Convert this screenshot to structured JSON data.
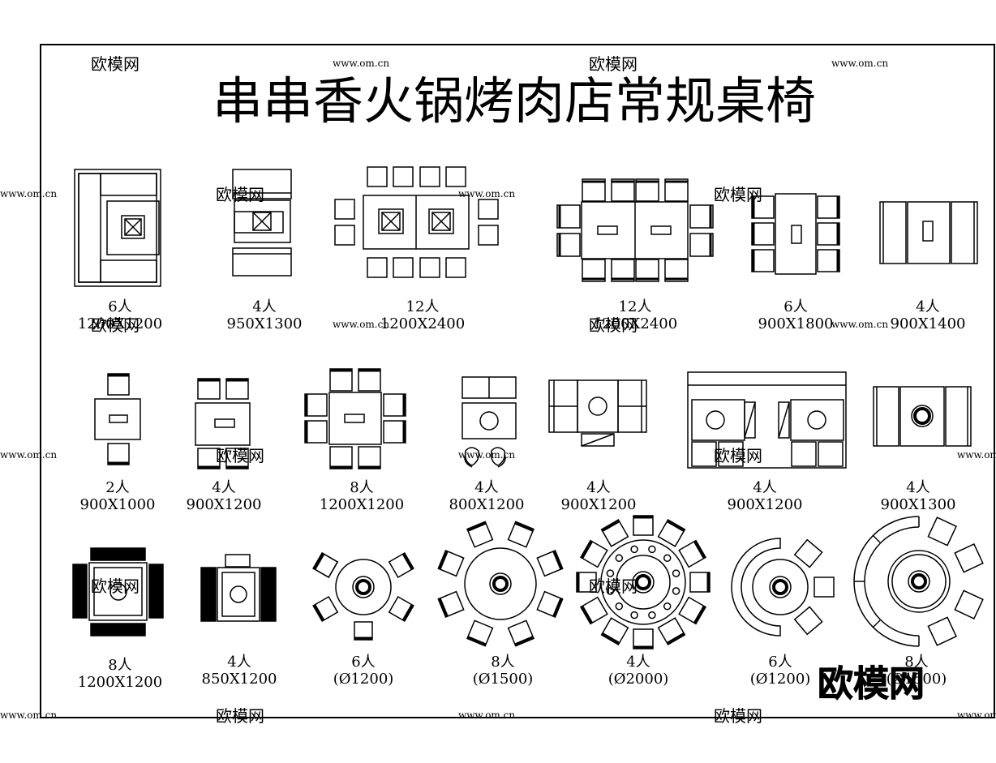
{
  "title": "串串香火锅烤肉店常规桌椅",
  "brand_logo": "欧模网",
  "watermark_texts": [
    "欧模网",
    "www.om.cn"
  ],
  "items": [
    {
      "people": "6人",
      "size": "1200X1200"
    },
    {
      "people": "4人",
      "size": "950X1300"
    },
    {
      "people": "12人",
      "size": "1200X2400"
    },
    {
      "people": "12人",
      "size": "1200X2400"
    },
    {
      "people": "6人",
      "size": "900X1800"
    },
    {
      "people": "4人",
      "size": "900X1400"
    },
    {
      "people": "2人",
      "size": "900X1000"
    },
    {
      "people": "4人",
      "size": "900X1200"
    },
    {
      "people": "8人",
      "size": "1200X1200"
    },
    {
      "people": "4人",
      "size": "800X1200"
    },
    {
      "people": "4人",
      "size": "900X1200"
    },
    {
      "people": "4人",
      "size": "900X1200"
    },
    {
      "people": "4人",
      "size": "900X1300"
    },
    {
      "people": "8人",
      "size": "1200X1200"
    },
    {
      "people": "4人",
      "size": "850X1200"
    },
    {
      "people": "6人",
      "size": "(Ø1200)"
    },
    {
      "people": "8人",
      "size": "(Ø1500)"
    },
    {
      "people": "4人",
      "size": "(Ø2000)"
    },
    {
      "people": "6人",
      "size": "(Ø1200)"
    },
    {
      "people": "8人",
      "size": "(Ø1500)"
    }
  ]
}
